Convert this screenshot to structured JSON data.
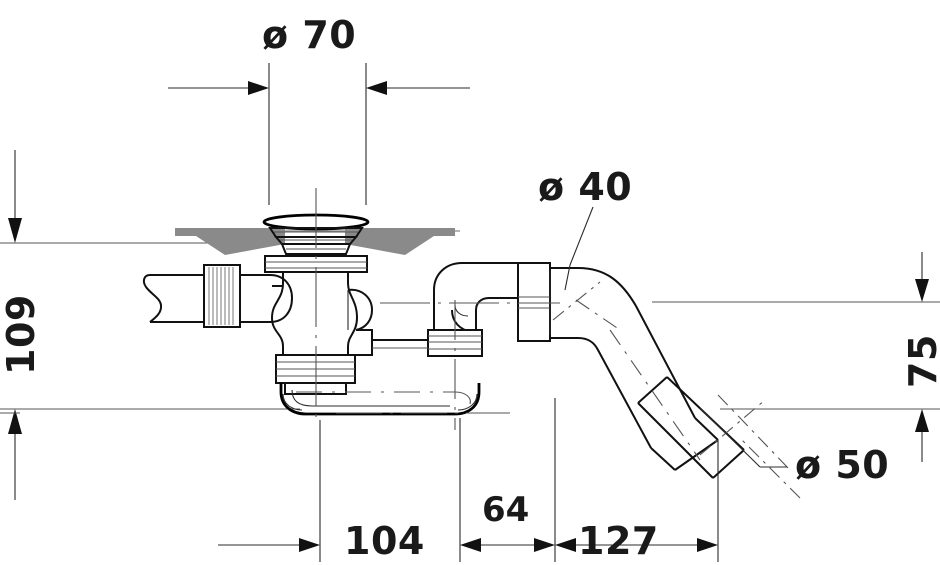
{
  "drawing": {
    "title": "Bath waste and overflow trap technical drawing",
    "type": "engineering-dimension-drawing",
    "units": "mm",
    "line_color": "#111111",
    "surface_color": "#8a8a8a",
    "background": "#ffffff"
  },
  "dimensions": {
    "diameter_70": {
      "label": "ø 70",
      "value": 70,
      "symbol": "ø",
      "orientation": "horizontal",
      "position": "top",
      "describes": "drain cover outer diameter"
    },
    "diameter_40": {
      "label": "ø 40",
      "value": 40,
      "symbol": "ø",
      "orientation": "leader",
      "position": "upper-right",
      "describes": "outlet pipe diameter"
    },
    "diameter_50": {
      "label": "ø 50",
      "value": 50,
      "symbol": "ø",
      "orientation": "leader",
      "position": "lower-right",
      "describes": "angled discharge pipe diameter"
    },
    "height_109": {
      "label": "109",
      "value": 109,
      "orientation": "vertical-rotated",
      "position": "left",
      "describes": "overall height from tray surface to trap base"
    },
    "height_75": {
      "label": "75",
      "value": 75,
      "orientation": "vertical-rotated",
      "position": "right",
      "describes": "height of outlet centre above trap base"
    },
    "length_104": {
      "label": "104",
      "value": 104,
      "orientation": "horizontal",
      "position": "bottom",
      "describes": "distance from drain centre to first reference"
    },
    "length_64": {
      "label": "64",
      "value": 64,
      "orientation": "horizontal",
      "position": "bottom",
      "describes": "intermediate segment length"
    },
    "length_127": {
      "label": "127",
      "value": 127,
      "orientation": "horizontal",
      "position": "bottom",
      "describes": "distance to discharge pipe end"
    }
  },
  "components": {
    "drain_cover": "drain-cover-plate",
    "tray_surface": "shower-tray-surface",
    "overflow_connection": "overflow-inlet-fitting",
    "trap_body": "u-trap-body",
    "elbow": "vertical-elbow",
    "coupling_nut": "threaded-coupling-nut",
    "discharge_pipe": "angled-discharge-pipe"
  }
}
